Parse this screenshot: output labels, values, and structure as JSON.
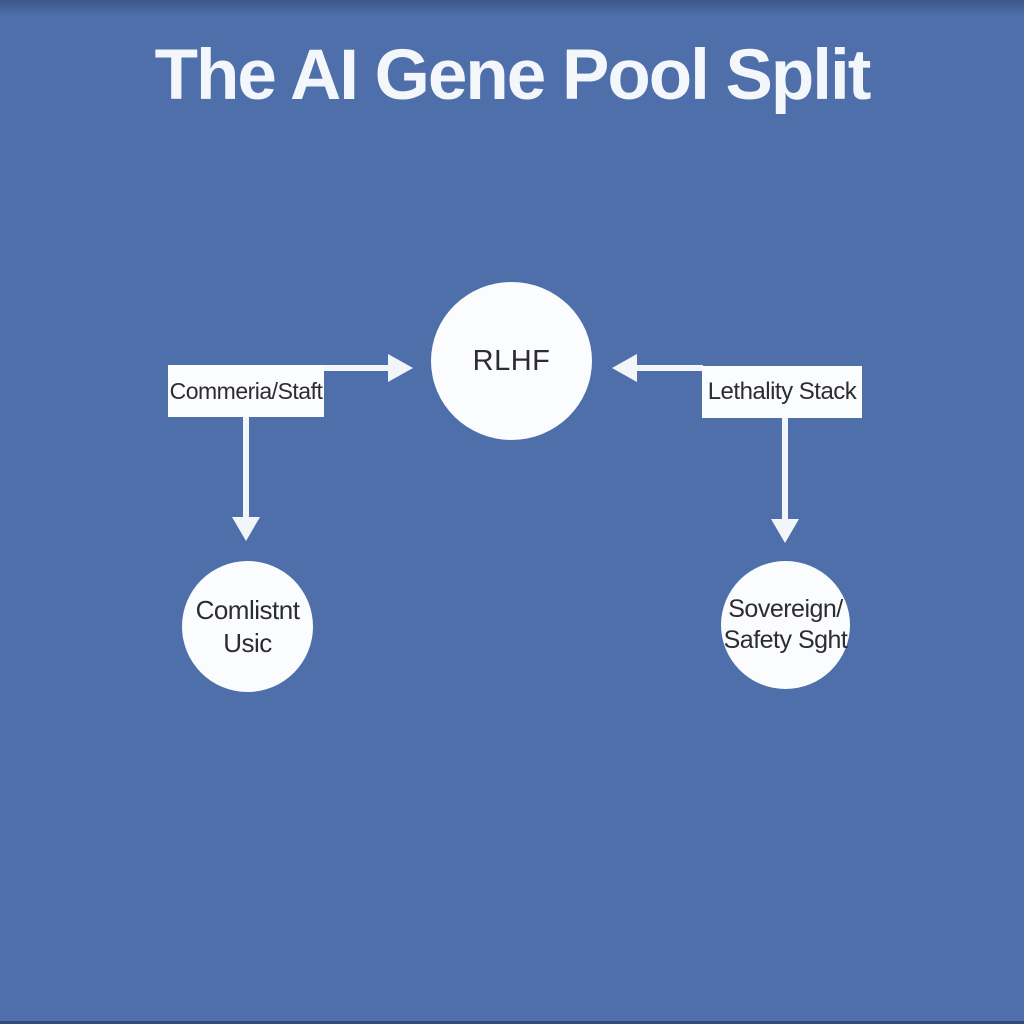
{
  "title": "The AI Gene Pool Split",
  "colors": {
    "background": "#4e6fa9",
    "node_fill": "#fbfcfd",
    "node_text": "#2d2d2f",
    "title_text": "#f3f6fa",
    "arrow": "#f2f6fb"
  },
  "diagram": {
    "center_node": {
      "label": "RLHF",
      "shape": "circle"
    },
    "left_box": {
      "label": "Commeria/Staft",
      "shape": "rect"
    },
    "right_box": {
      "label": "Lethality Stack",
      "shape": "rect"
    },
    "left_circle": {
      "line1": "Comlistnt",
      "line2": "Usic",
      "shape": "circle"
    },
    "right_circle": {
      "line1": "Sovereign/",
      "line2": "Safety Sght",
      "shape": "circle"
    },
    "arrows": [
      {
        "name": "left-box-to-center",
        "direction": "right"
      },
      {
        "name": "right-box-to-center",
        "direction": "left"
      },
      {
        "name": "left-box-to-left-circle",
        "direction": "down"
      },
      {
        "name": "right-box-to-right-circle",
        "direction": "down"
      }
    ]
  }
}
